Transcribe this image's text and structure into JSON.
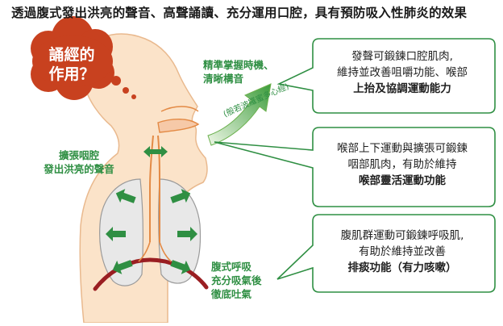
{
  "title": "透過腹式發出洪亮的聲音、高聲誦讀、充分運用口腔，具有預防吸入性肺炎的效果",
  "cloud": {
    "line1": "誦經的",
    "line2": "作用？"
  },
  "labels": {
    "mouth_line1": "精準掌握時機、",
    "mouth_line2": "清晰構音",
    "pharynx_line1": "擴張咽腔",
    "pharynx_line2": "發出洪亮的聲音",
    "abdomen_line1": "腹式呼吸",
    "abdomen_line2": "充分吸氣後",
    "abdomen_line3": "徹底吐氣",
    "arrow_badge": "(般若波羅蜜多心經)"
  },
  "callouts": [
    {
      "line1": "發聲可鍛鍊口腔肌肉,",
      "line2": "維持並改善咀嚼功能、喉部",
      "line3": "上抬及協調運動能力"
    },
    {
      "line1": "喉部上下運動與擴張可鍛鍊",
      "line2": "咽部肌肉，有助於維持",
      "line3": "喉部靈活運動功能"
    },
    {
      "line1": "腹肌群運動可鍛鍊呼吸肌,",
      "line2": "有助於維持並改善",
      "line3": "排痰功能（有力咳嗽）"
    }
  ],
  "colors": {
    "cloud": "#c8411f",
    "skin": "#fbe3c9",
    "skin_edge": "#e9b98e",
    "green": "#2f8f43",
    "lung": "#e8e8e8",
    "diaphragm": "#9a1e22"
  }
}
